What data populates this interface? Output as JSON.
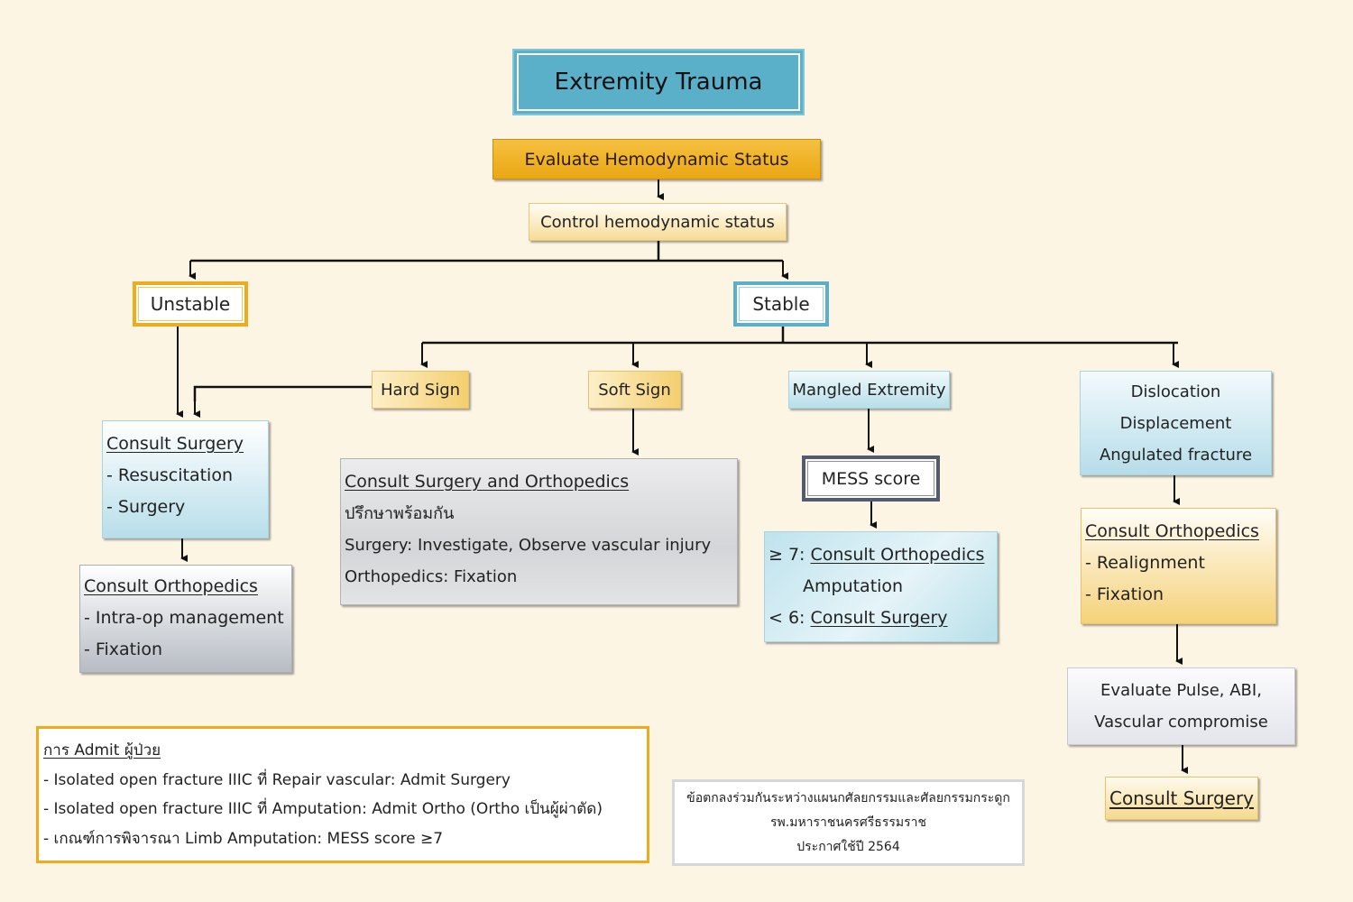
{
  "title": "Extremity Trauma",
  "evaluate_step": "Evaluate Hemodynamic Status",
  "control_step": "Control hemodynamic status",
  "branches": {
    "unstable": "Unstable",
    "stable": "Stable"
  },
  "stable_branches": {
    "hard_sign": "Hard Sign",
    "soft_sign": "Soft Sign",
    "mangled": "Mangled Extremity",
    "dislocation_lines": [
      "Dislocation",
      "Displacement",
      "Angulated fracture"
    ]
  },
  "unstable_path": {
    "consult_surgery": {
      "heading": "Consult Surgery",
      "items": [
        "- Resuscitation",
        "- Surgery"
      ]
    },
    "consult_ortho": {
      "heading": "Consult Orthopedics",
      "items": [
        "- Intra-op management",
        "- Fixation"
      ]
    }
  },
  "soft_sign_result": {
    "heading": "Consult Surgery and Orthopedics",
    "lines": [
      "ปรึกษาพร้อมกัน",
      "Surgery: Investigate, Observe vascular injury",
      "Orthopedics: Fixation"
    ]
  },
  "mess": {
    "label": "MESS score",
    "high_prefix": "≥ 7: ",
    "high_action": "Consult Orthopedics",
    "high_detail": "Amputation",
    "low_prefix": "< 6: ",
    "low_action": "Consult Surgery"
  },
  "dislocation_path": {
    "consult_ortho": {
      "heading": "Consult Orthopedics",
      "items": [
        "- Realignment",
        "- Fixation"
      ]
    },
    "evaluate_lines": [
      "Evaluate Pulse, ABI,",
      "Vascular compromise"
    ],
    "final": "Consult Surgery"
  },
  "admit_note": {
    "heading": "การ Admit ผู้ป่วย",
    "items": [
      "- Isolated open fracture IIIC ที่ Repair vascular: Admit Surgery",
      "- Isolated open fracture IIIC ที่ Amputation: Admit Ortho (Ortho เป็นผู้ผ่าตัด)",
      "- เกณฑ์การพิจารณา Limb Amputation: MESS score ≥7"
    ]
  },
  "agreement_note": {
    "lines": [
      "ข้อตกลงร่วมกันระหว่างแผนกศัลยกรรมและศัลยกรรมกระดูก",
      "รพ.มหาราชนครศรีธรรมราช",
      "ประกาศใช้ปี 2564"
    ]
  },
  "colors": {
    "background": "#fdf5e4",
    "title_fill": "#5ab0c8",
    "accent_orange": "#edac1d",
    "accent_blue": "#5ab0c8",
    "mess_border": "#545a70"
  }
}
